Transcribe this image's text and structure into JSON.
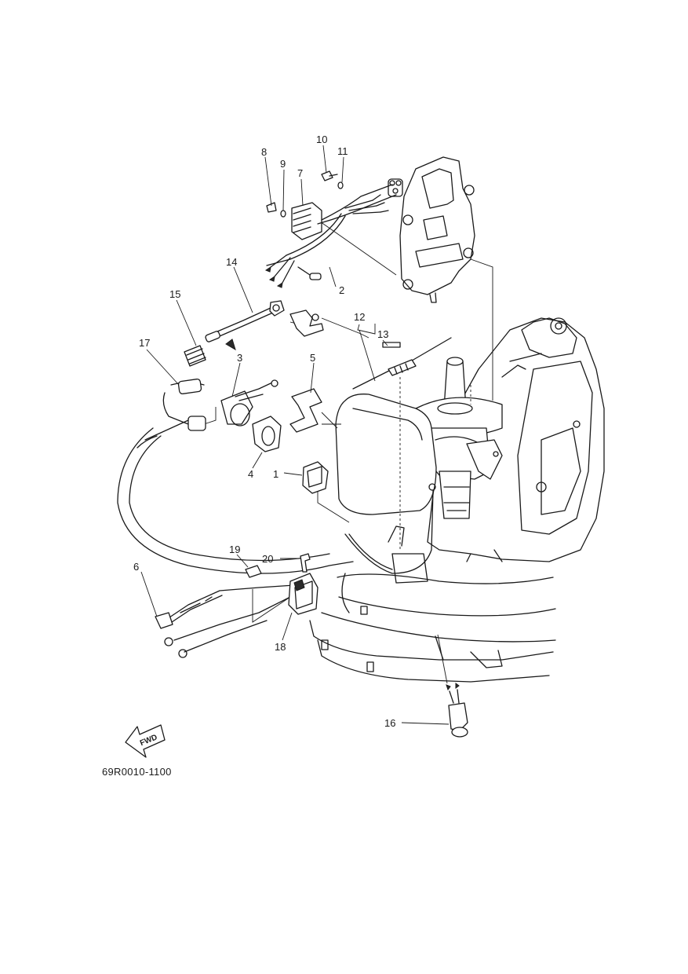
{
  "diagram": {
    "drawing_code": "69R0010-1100",
    "direction_label": "FWD",
    "callouts": [
      {
        "id": "c1",
        "label": "1"
      },
      {
        "id": "c2",
        "label": "2"
      },
      {
        "id": "c3",
        "label": "3"
      },
      {
        "id": "c4",
        "label": "4"
      },
      {
        "id": "c5",
        "label": "5"
      },
      {
        "id": "c6",
        "label": "6"
      },
      {
        "id": "c7",
        "label": "7"
      },
      {
        "id": "c8",
        "label": "8"
      },
      {
        "id": "c9",
        "label": "9"
      },
      {
        "id": "c10",
        "label": "10"
      },
      {
        "id": "c11",
        "label": "11"
      },
      {
        "id": "c12",
        "label": "12"
      },
      {
        "id": "c13",
        "label": "13"
      },
      {
        "id": "c14",
        "label": "14"
      },
      {
        "id": "c15",
        "label": "15"
      },
      {
        "id": "c16",
        "label": "16"
      },
      {
        "id": "c17",
        "label": "17"
      },
      {
        "id": "c18",
        "label": "18"
      },
      {
        "id": "c19",
        "label": "19"
      },
      {
        "id": "c20",
        "label": "20"
      }
    ]
  }
}
